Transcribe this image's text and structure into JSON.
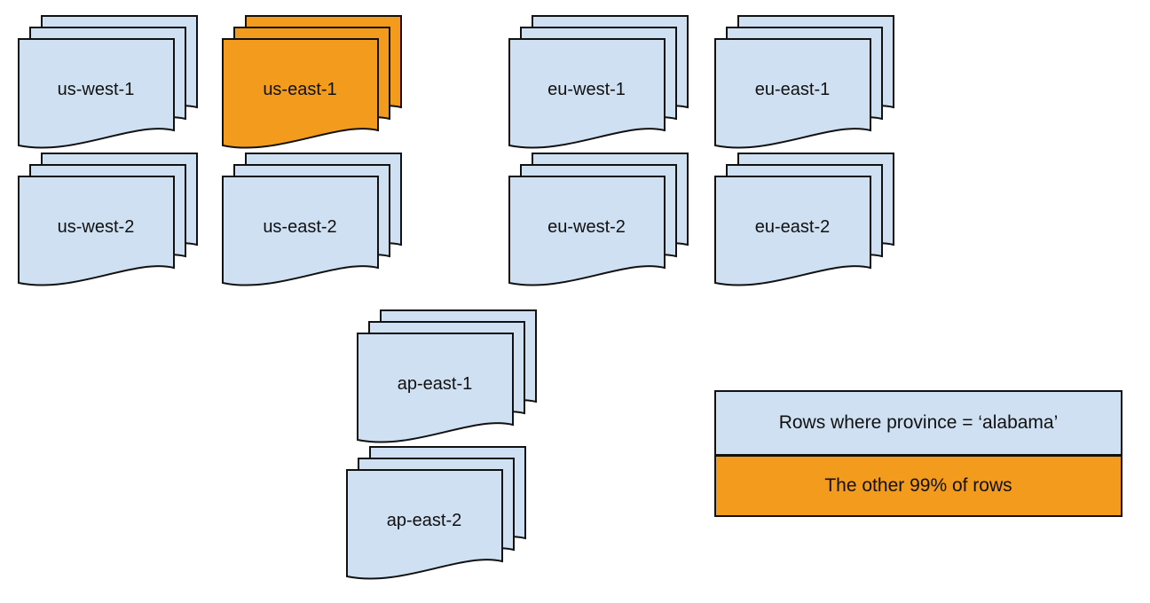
{
  "colors": {
    "document-blue": "#cfe0f2",
    "highlight-orange": "#f29b1d",
    "stroke": "#111111"
  },
  "stacks": [
    {
      "id": "us-west-1",
      "label": "us-west-1",
      "highlight": false
    },
    {
      "id": "us-east-1",
      "label": "us-east-1",
      "highlight": true
    },
    {
      "id": "eu-west-1",
      "label": "eu-west-1",
      "highlight": false
    },
    {
      "id": "eu-east-1",
      "label": "eu-east-1",
      "highlight": false
    },
    {
      "id": "us-west-2",
      "label": "us-west-2",
      "highlight": false
    },
    {
      "id": "us-east-2",
      "label": "us-east-2",
      "highlight": false
    },
    {
      "id": "eu-west-2",
      "label": "eu-west-2",
      "highlight": false
    },
    {
      "id": "eu-east-2",
      "label": "eu-east-2",
      "highlight": false
    },
    {
      "id": "ap-east-1",
      "label": "ap-east-1",
      "highlight": false
    },
    {
      "id": "ap-east-2",
      "label": "ap-east-2",
      "highlight": false
    }
  ],
  "legend": {
    "rows": [
      {
        "label": "Rows where province = ‘alabama’",
        "color": "#cfe0f2"
      },
      {
        "label": "The other 99% of rows",
        "color": "#f29b1d"
      }
    ]
  }
}
